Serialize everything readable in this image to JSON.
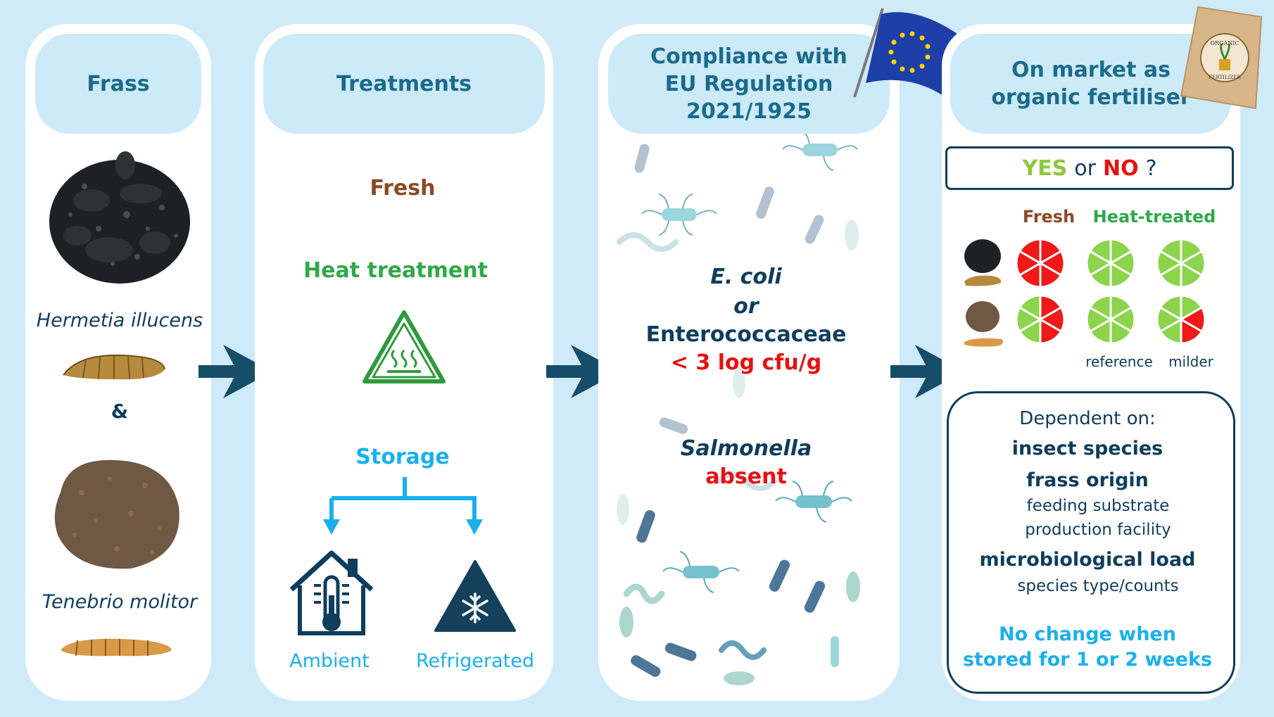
{
  "colors": {
    "background": "#cfeaf8",
    "header": "#cdeaf8",
    "title_text": "#1a6b8c",
    "navy": "#0f3d5c",
    "fresh_brown": "#8a4a24",
    "heat_green": "#2fa84a",
    "storage_blue": "#1ab0ec",
    "red": "#e81010",
    "yes_green": "#8cc83c",
    "pie_green": "#8cd44c",
    "pie_red": "#f01818"
  },
  "panel_frass": {
    "title": "Frass",
    "species1": "Hermetia illucens",
    "ampersand": "&",
    "species2": "Tenebrio molitor"
  },
  "panel_treatments": {
    "title": "Treatments",
    "fresh": "Fresh",
    "heat": "Heat treatment",
    "storage": "Storage",
    "ambient": "Ambient",
    "refrigerated": "Refrigerated"
  },
  "panel_compliance": {
    "title_line1": "Compliance with",
    "title_line2": "EU Regulation 2021/1925",
    "ecoli": "E. coli",
    "or": "or",
    "entero": "Enterococcaceae",
    "limit": "< 3 log cfu/g",
    "salmonella": "Salmonella",
    "absent": "absent",
    "bag_label": "ORGANIC FERTILIZER"
  },
  "panel_market": {
    "title_line1": "On market as",
    "title_line2": "organic fertiliser",
    "yes": "YES",
    "or": "or",
    "no": "NO",
    "q": "?",
    "col_fresh": "Fresh",
    "col_heat": "Heat-treated",
    "label_reference": "reference",
    "label_milder": "milder",
    "dependent": "Dependent on:",
    "dep1": "insect species",
    "dep2": "frass origin",
    "dep2a": "feeding substrate",
    "dep2b": "production facility",
    "dep3": "microbiological load",
    "dep3a": "species type/counts",
    "nochange1": "No change when",
    "nochange2": "stored for 1 or 2 weeks"
  },
  "pies": {
    "row1_fresh_red_slices": 6,
    "row1_ref_red_slices": 0,
    "row1_mild_red_slices": 0,
    "row2_fresh_red_slices": 3,
    "row2_ref_red_slices": 0,
    "row2_mild_red_slices": 2
  }
}
